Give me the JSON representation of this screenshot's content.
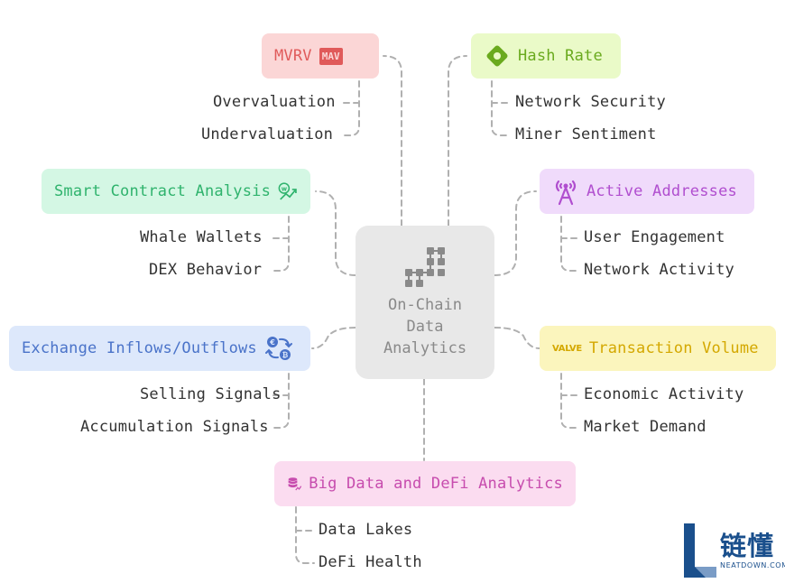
{
  "center": {
    "line1": "On-Chain",
    "line2": "Data",
    "line3": "Analytics"
  },
  "branches": {
    "mvrv": {
      "label": "MVRV",
      "badge": "MAV",
      "color": "#e05a5a",
      "bg": "#fbd6d6",
      "children": [
        "Overvaluation",
        "Undervaluation"
      ]
    },
    "hash_rate": {
      "label": "Hash Rate",
      "color": "#6aaa1e",
      "bg": "#eafac8",
      "children": [
        "Network Security",
        "Miner Sentiment"
      ]
    },
    "smart_contract": {
      "label": "Smart Contract Analysis",
      "color": "#2fb36d",
      "bg": "#d4f7e4",
      "children": [
        "Whale Wallets",
        "DEX Behavior"
      ]
    },
    "active_addresses": {
      "label": "Active Addresses",
      "color": "#b04ecf",
      "bg": "#f0dbfb",
      "children": [
        "User Engagement",
        "Network Activity"
      ]
    },
    "exchange_flows": {
      "label": "Exchange Inflows/Outflows",
      "color": "#4a73c9",
      "bg": "#dde8fb",
      "children": [
        "Selling Signals",
        "Accumulation Signals"
      ]
    },
    "transaction_volume": {
      "label": "Transaction Volume",
      "badge": "VALVE",
      "color": "#d4a800",
      "bg": "#fbf5bd",
      "children": [
        "Economic Activity",
        "Market Demand"
      ]
    },
    "big_data": {
      "label": "Big Data and DeFi Analytics",
      "color": "#c74cae",
      "bg": "#fbdcf0",
      "children": [
        "Data Lakes",
        "DeFi Health"
      ]
    }
  },
  "logo": {
    "name": "链懂",
    "sub": "NEATDOWN.COM"
  }
}
